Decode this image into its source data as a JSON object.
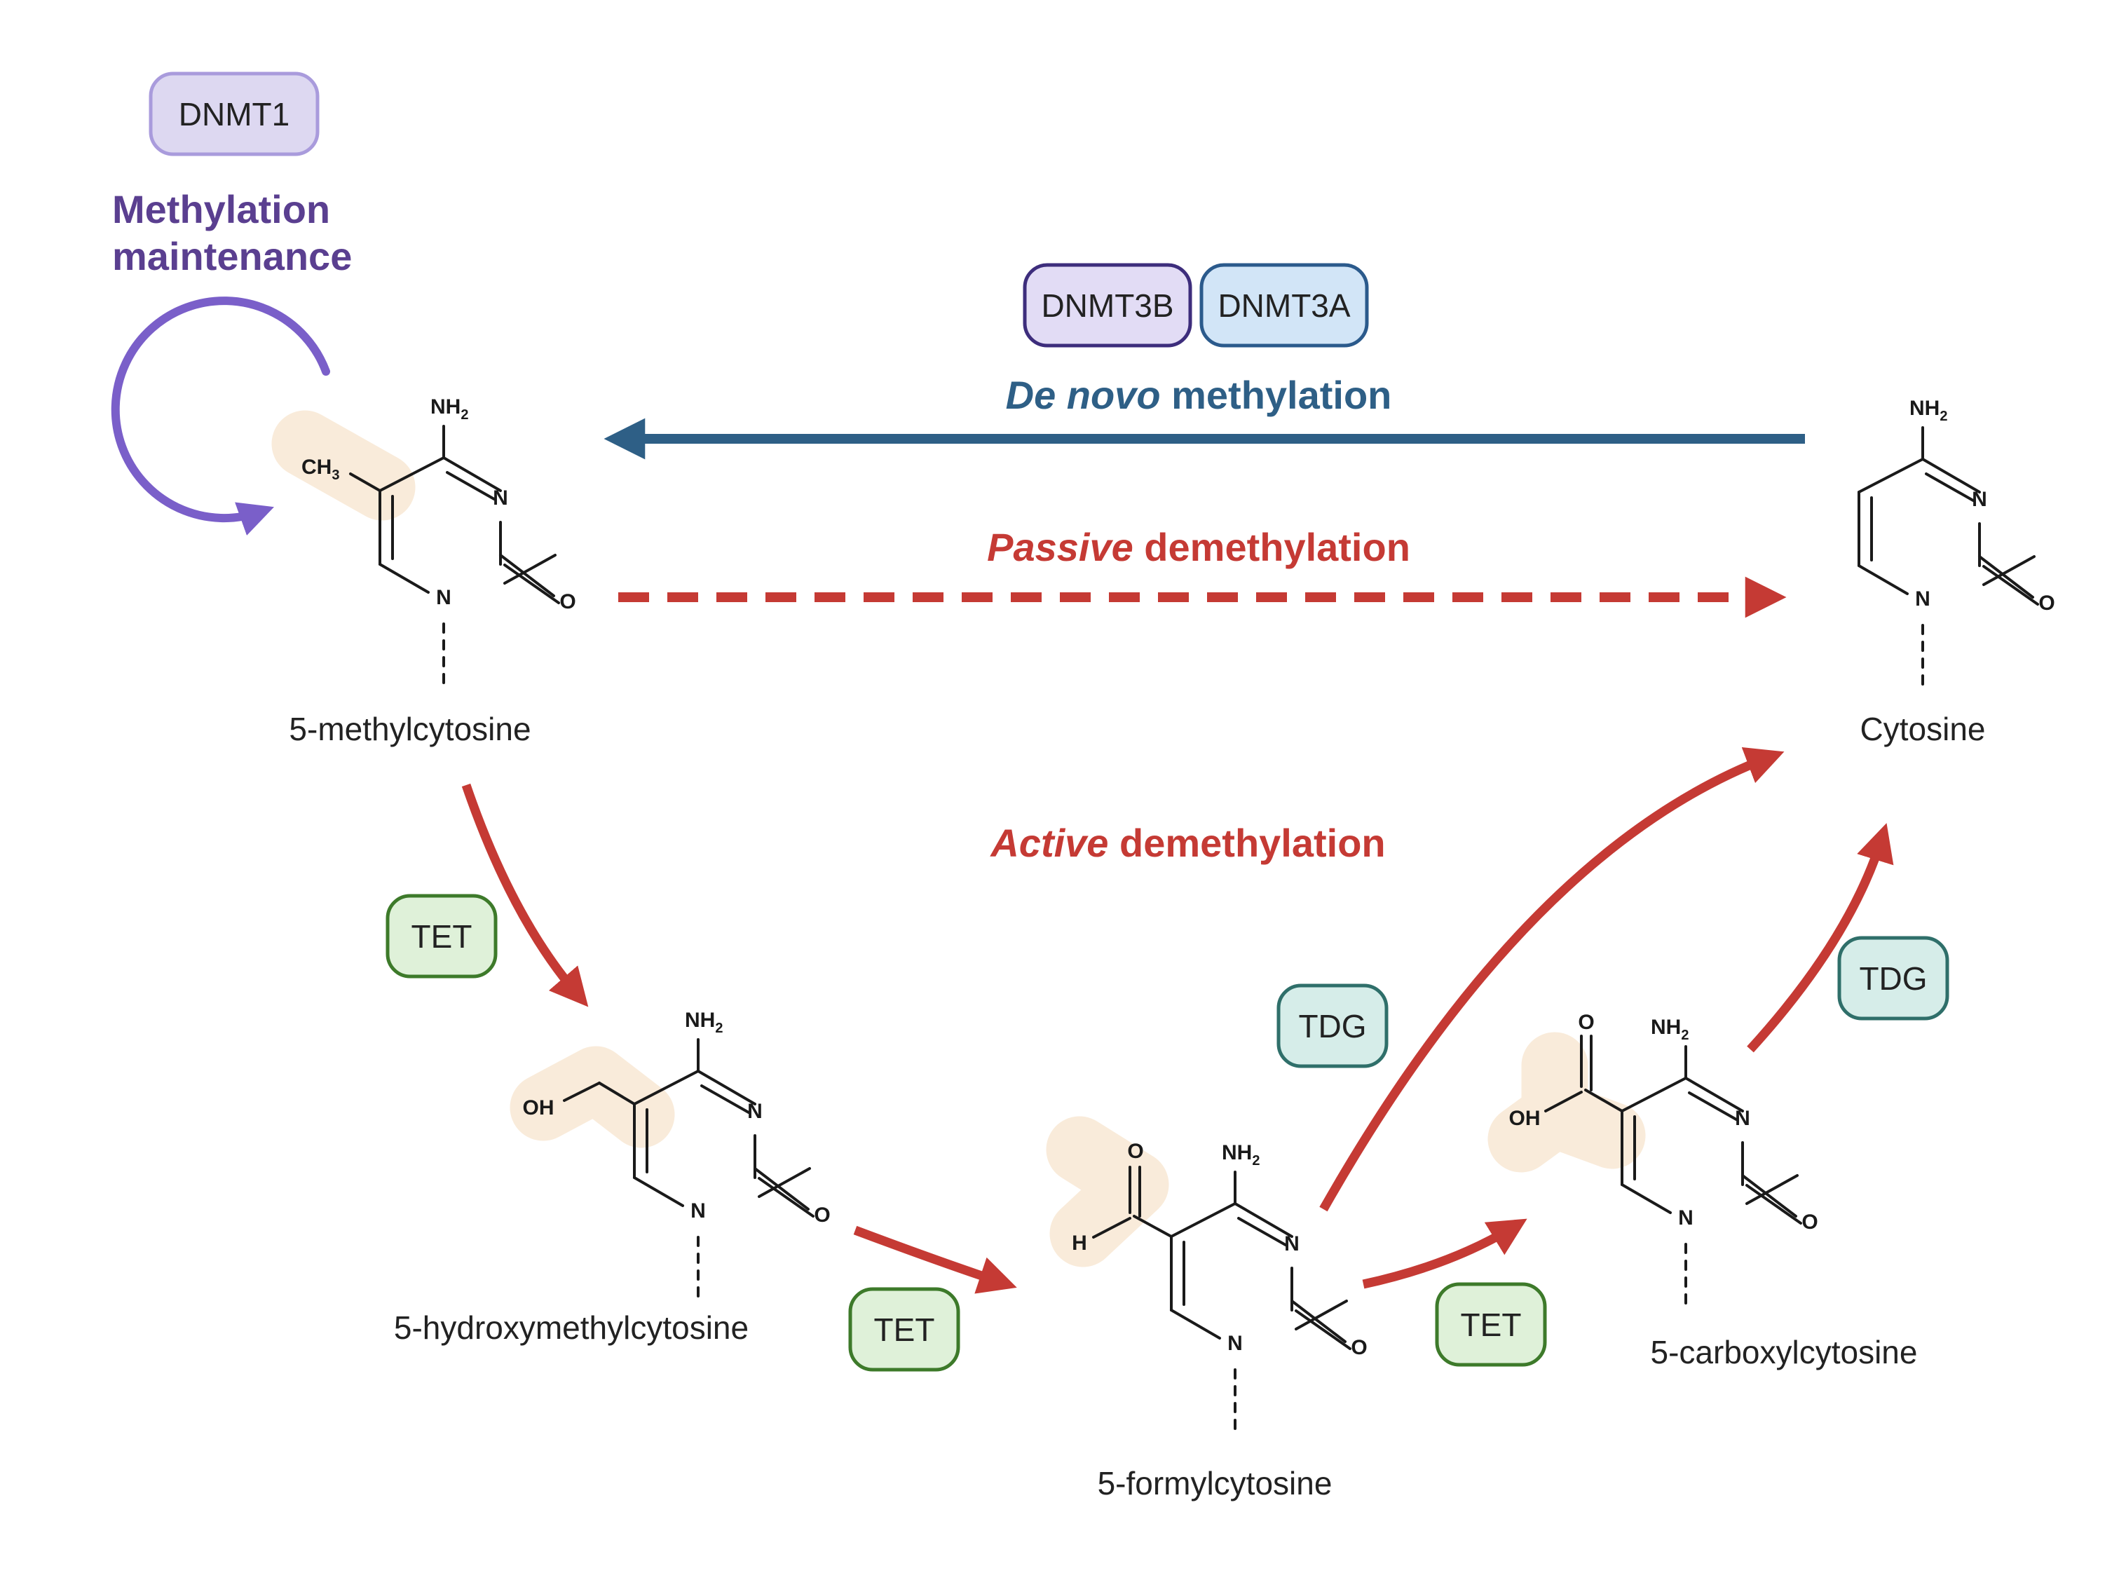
{
  "colors": {
    "purple": "#7a5fc9",
    "purple_text": "#5a3f90",
    "blue": "#2e5f86",
    "red": "#c53a34",
    "highlight": "#f9ebda",
    "tet_fill": "#dff1d9",
    "tet_stroke": "#3d7a2a",
    "tdg_fill": "#d6ede9",
    "tdg_stroke": "#2f6f6a",
    "dnmt1_fill": "#ddd8f1",
    "dnmt1_stroke": "#a99bdc",
    "dnmt3b_fill": "#e2dcf5",
    "dnmt3b_stroke": "#3d2d7c",
    "dnmt3a_fill": "#d2e5f7",
    "dnmt3a_stroke": "#2b5a8c"
  },
  "enzymes": {
    "dnmt1": "DNMT1",
    "dnmt3b": "DNMT3B",
    "dnmt3a": "DNMT3A",
    "tet": "TET",
    "tdg": "TDG"
  },
  "labels": {
    "maintenance_line1": "Methylation",
    "maintenance_line2": "maintenance",
    "de_novo_italic": "De novo",
    "de_novo_rest": " methylation",
    "passive_italic": "Passive",
    "passive_rest": " demethylation",
    "active_italic": "Active",
    "active_rest": " demethylation"
  },
  "molecules": {
    "mc": "5-methylcytosine",
    "hmc": "5-hydroxymethylcytosine",
    "fc": "5-formylcytosine",
    "cac": "5-carboxylcytosine",
    "c": "Cytosine"
  },
  "atoms": {
    "n": "N",
    "o": "O",
    "nh": "NH",
    "sub2": "2",
    "sub3": "3",
    "ch": "CH",
    "oh": "OH",
    "h": "H"
  }
}
